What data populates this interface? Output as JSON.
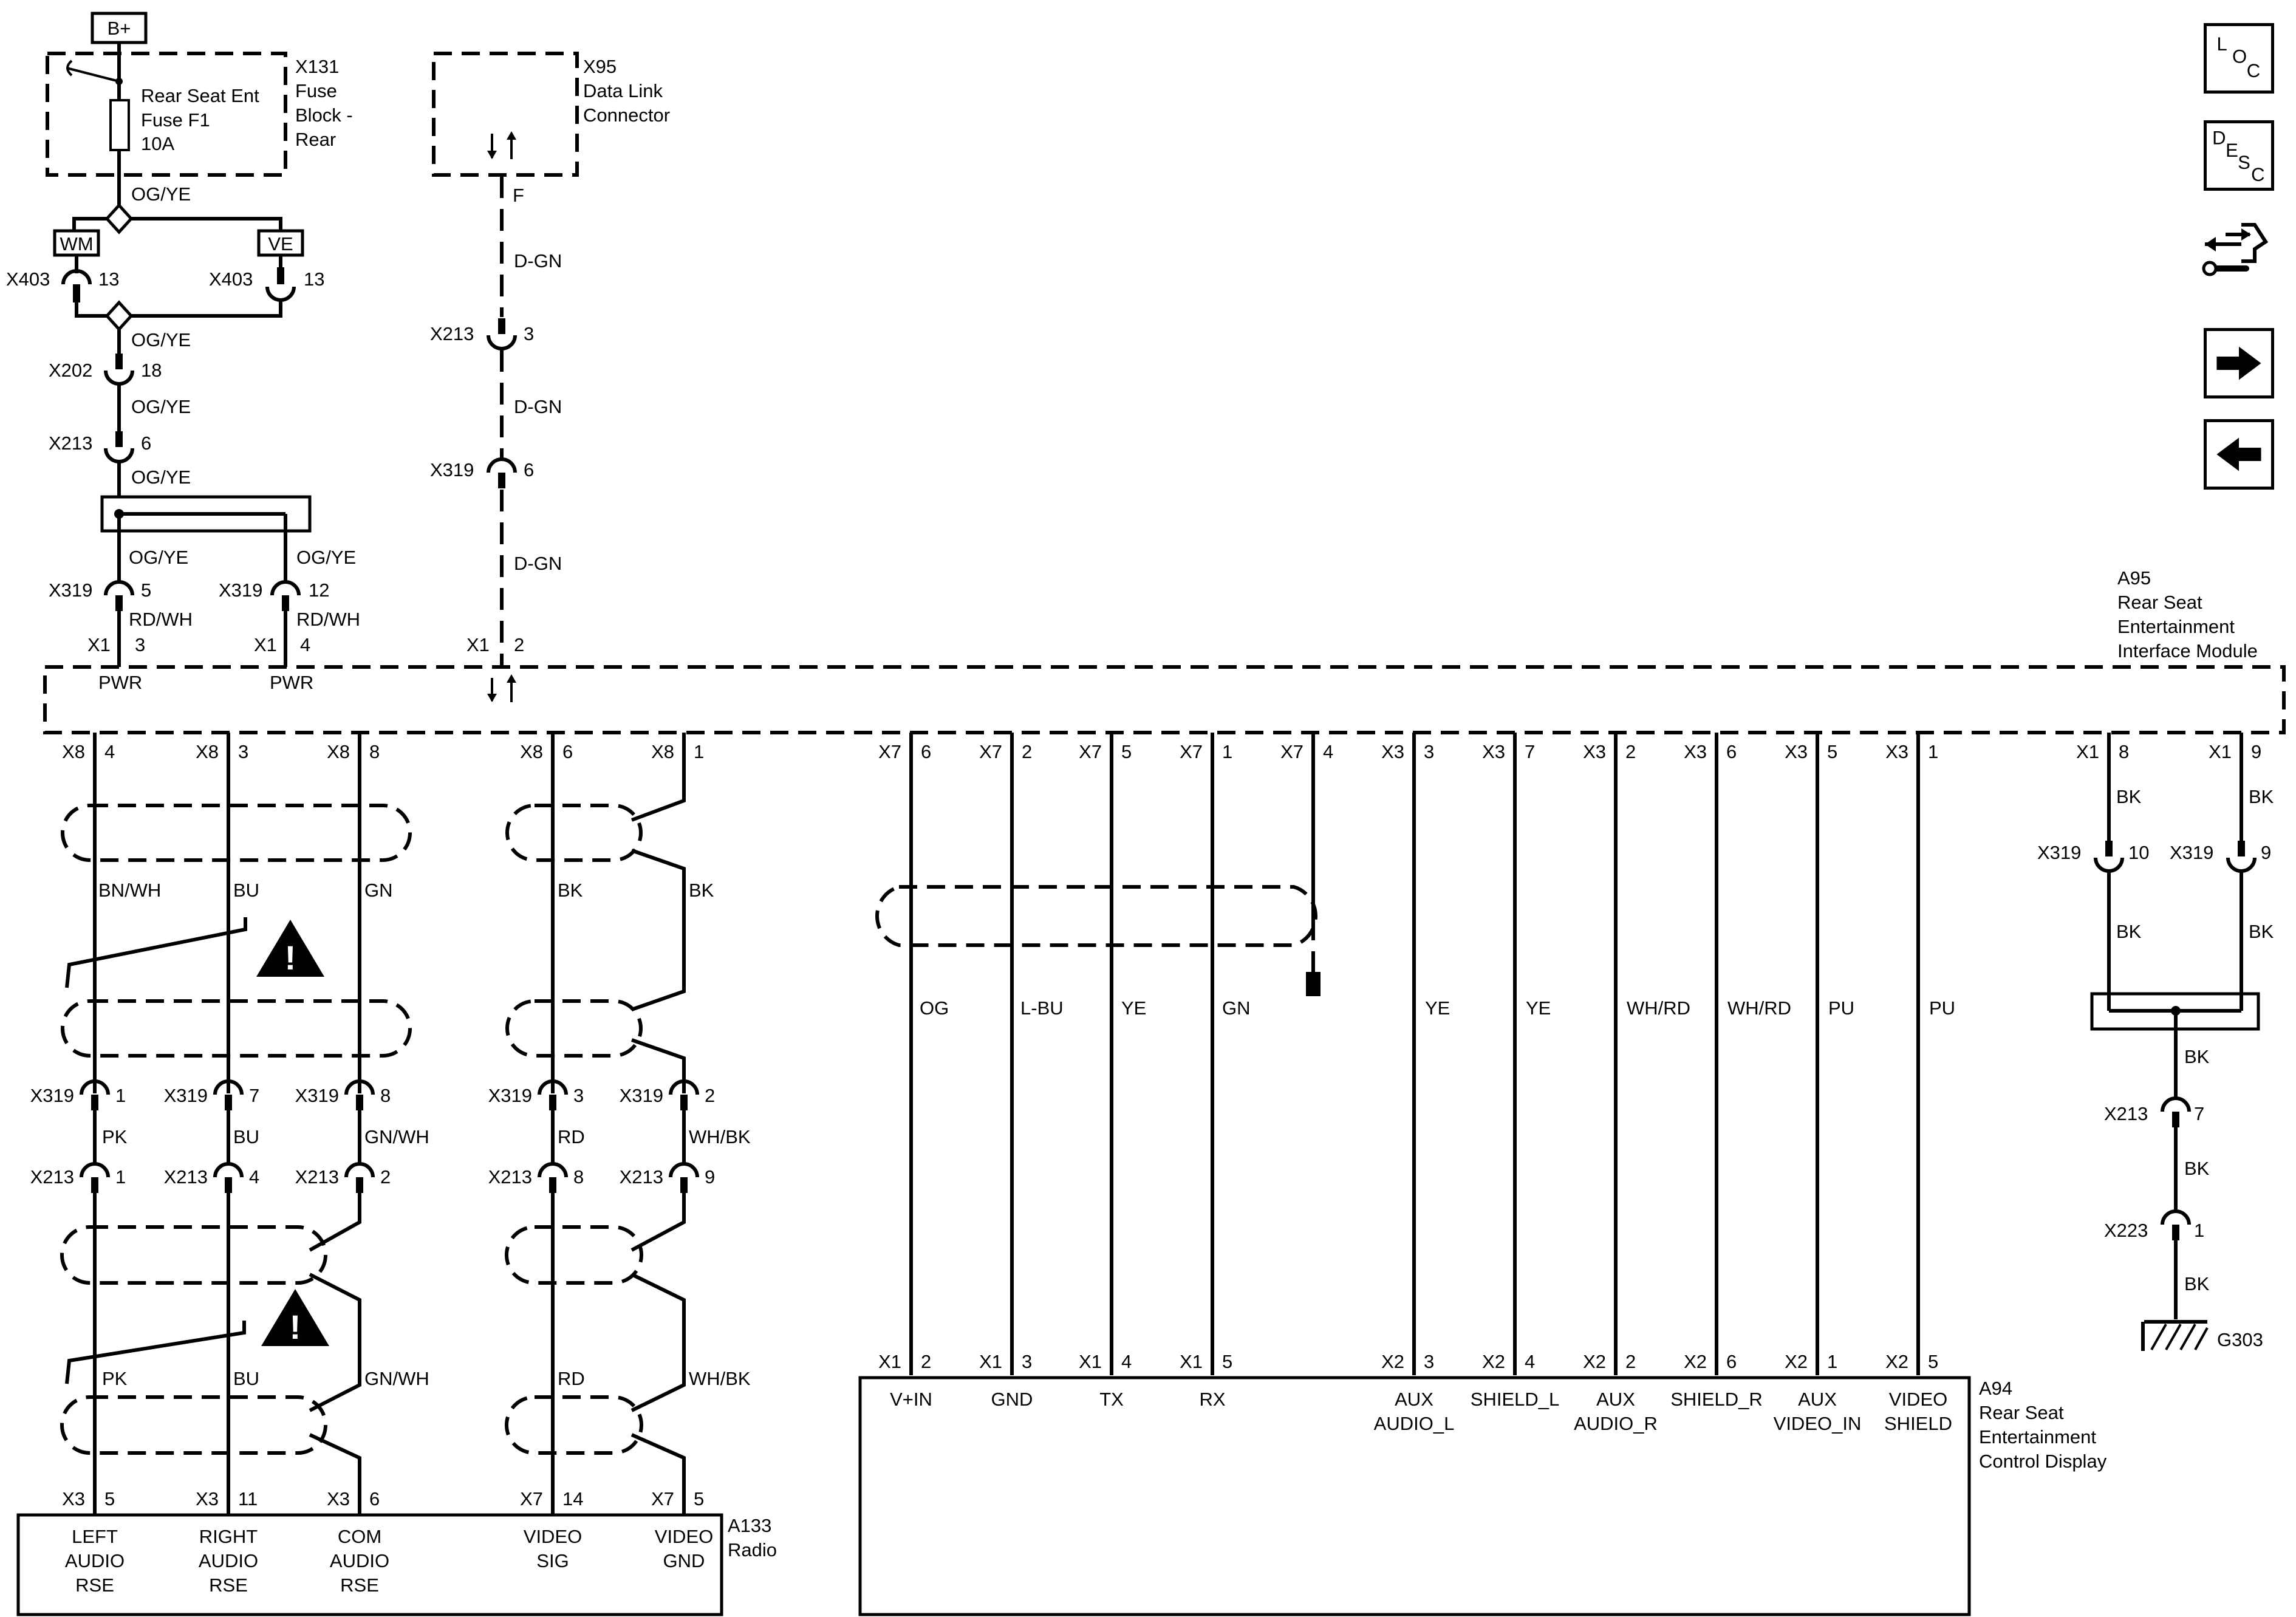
{
  "power_source": "B+",
  "fuse_block": {
    "connector": "X131",
    "name_lines": [
      "Fuse",
      "Block -",
      "Rear"
    ],
    "fuse_lines": [
      "Rear Seat Ent",
      "Fuse F1",
      "10A"
    ]
  },
  "data_link": {
    "connector": "X95",
    "name_lines": [
      "Data Link",
      "Connector"
    ],
    "pin": "F"
  },
  "option_codes": [
    "WM",
    "VE"
  ],
  "wire_colors": {
    "og_ye": "OG/YE",
    "d_gn": "D-GN",
    "rd_wh": "RD/WH",
    "bn_wh": "BN/WH",
    "bu": "BU",
    "gn": "GN",
    "bk": "BK",
    "pk": "PK",
    "gn_wh": "GN/WH",
    "rd": "RD",
    "wh_bk": "WH/BK",
    "og": "OG",
    "l_bu": "L-BU",
    "ye": "YE",
    "wh_rd": "WH/RD",
    "pu": "PU"
  },
  "inline_connectors": {
    "x403": "X403",
    "x202": "X202",
    "x213": "X213",
    "x319": "X319",
    "x223": "X223",
    "pin_13": "13",
    "pin_18": "18",
    "pin_6": "6",
    "pin_3": "3",
    "pin_5": "5",
    "pin_12": "12",
    "pin_10": "10",
    "pin_9": "9",
    "pin_1": "1",
    "pin_7": "7",
    "pin_8": "8",
    "pin_4": "4",
    "pin_2": "2"
  },
  "interface_module": {
    "ref": "A95",
    "name_lines": [
      "Rear Seat",
      "Entertainment",
      "Interface Module"
    ],
    "top_pins": [
      {
        "conn": "X1",
        "pin": "3",
        "label": "PWR"
      },
      {
        "conn": "X1",
        "pin": "4",
        "label": "PWR"
      },
      {
        "conn": "X1",
        "pin": "2",
        "label": ""
      }
    ],
    "bottom_pins": [
      {
        "conn": "X8",
        "pin": "4"
      },
      {
        "conn": "X8",
        "pin": "3"
      },
      {
        "conn": "X8",
        "pin": "8"
      },
      {
        "conn": "X8",
        "pin": "6"
      },
      {
        "conn": "X8",
        "pin": "1"
      },
      {
        "conn": "X7",
        "pin": "6"
      },
      {
        "conn": "X7",
        "pin": "2"
      },
      {
        "conn": "X7",
        "pin": "5"
      },
      {
        "conn": "X7",
        "pin": "1"
      },
      {
        "conn": "X7",
        "pin": "4"
      },
      {
        "conn": "X3",
        "pin": "3"
      },
      {
        "conn": "X3",
        "pin": "7"
      },
      {
        "conn": "X3",
        "pin": "2"
      },
      {
        "conn": "X3",
        "pin": "6"
      },
      {
        "conn": "X3",
        "pin": "5"
      },
      {
        "conn": "X3",
        "pin": "1"
      },
      {
        "conn": "X1",
        "pin": "8"
      },
      {
        "conn": "X1",
        "pin": "9"
      }
    ]
  },
  "radio": {
    "ref": "A133",
    "name": "Radio",
    "pins": [
      {
        "conn": "X3",
        "pin": "5",
        "lines": [
          "LEFT",
          "AUDIO",
          "RSE"
        ]
      },
      {
        "conn": "X3",
        "pin": "11",
        "lines": [
          "RIGHT",
          "AUDIO",
          "RSE"
        ]
      },
      {
        "conn": "X3",
        "pin": "6",
        "lines": [
          "COM",
          "AUDIO",
          "RSE"
        ]
      },
      {
        "conn": "X7",
        "pin": "14",
        "lines": [
          "VIDEO",
          "SIG"
        ]
      },
      {
        "conn": "X7",
        "pin": "5",
        "lines": [
          "VIDEO",
          "GND"
        ]
      }
    ]
  },
  "control_display": {
    "ref": "A94",
    "name_lines": [
      "Rear Seat",
      "Entertainment",
      "Control Display"
    ],
    "pins": [
      {
        "conn": "X1",
        "pin": "2",
        "lines": [
          "V+IN"
        ]
      },
      {
        "conn": "X1",
        "pin": "3",
        "lines": [
          "GND"
        ]
      },
      {
        "conn": "X1",
        "pin": "4",
        "lines": [
          "TX"
        ]
      },
      {
        "conn": "X1",
        "pin": "5",
        "lines": [
          "RX"
        ]
      },
      {
        "conn": "X2",
        "pin": "3",
        "lines": [
          "AUX",
          "AUDIO_L"
        ]
      },
      {
        "conn": "X2",
        "pin": "4",
        "lines": [
          "SHIELD_L"
        ]
      },
      {
        "conn": "X2",
        "pin": "2",
        "lines": [
          "AUX",
          "AUDIO_R"
        ]
      },
      {
        "conn": "X2",
        "pin": "6",
        "lines": [
          "SHIELD_R"
        ]
      },
      {
        "conn": "X2",
        "pin": "1",
        "lines": [
          "AUX",
          "VIDEO_IN"
        ]
      },
      {
        "conn": "X2",
        "pin": "5",
        "lines": [
          "VIDEO",
          "SHIELD"
        ]
      }
    ]
  },
  "ground": {
    "ref": "G303"
  },
  "nav_buttons": [
    {
      "name": "loc-button",
      "glyph": [
        "L",
        "O",
        "C"
      ]
    },
    {
      "name": "desc-button",
      "glyph": [
        "D",
        "E",
        "S",
        "C"
      ]
    },
    {
      "name": "connector-view-button",
      "icon": "connector-wrench-icon"
    },
    {
      "name": "next-page-button",
      "icon": "arrow-right-icon"
    },
    {
      "name": "previous-page-button",
      "icon": "arrow-left-icon"
    }
  ]
}
